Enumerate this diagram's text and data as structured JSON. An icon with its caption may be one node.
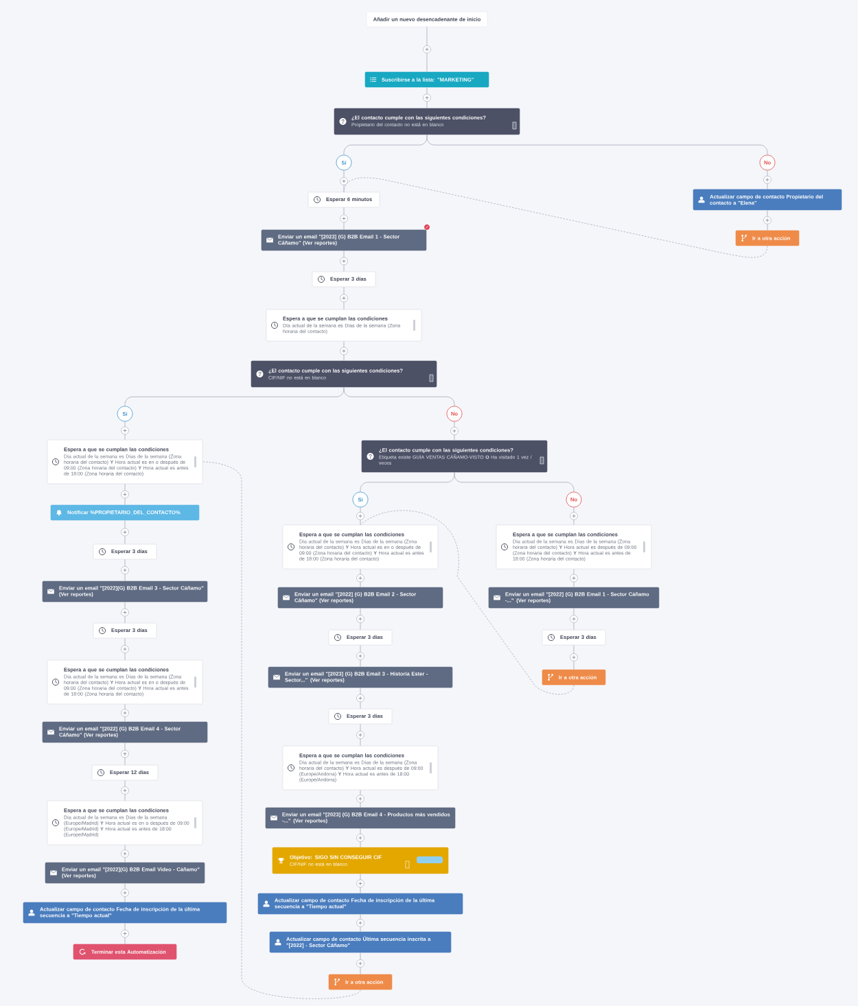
{
  "diagram": {
    "nodes": [
      {
        "text": [
          "Añadir un nuevo desencadenante de inicio"
        ]
      },
      {
        "text": [
          "Suscribirse a la lista: \"MARKETING\""
        ]
      },
      {
        "text": [
          "¿El contacto cumple con las siguientes condiciones?",
          "Propietario del contacto no está en blanco"
        ]
      },
      {
        "text": [
          "Sí"
        ]
      },
      {
        "text": [
          "No"
        ]
      },
      {
        "text": [
          "Esperar 6 minutos"
        ]
      },
      {
        "text": [
          "Actualizar campo de contacto Propietario del contacto a \"Elena\""
        ]
      },
      {
        "text": [
          "Ir a otra acción"
        ]
      },
      {
        "text": [
          "Enviar un email \"[2023] (G) B2B Email 1 - Sector Cáñamo\" (Ver reportes)"
        ]
      },
      {
        "text": [
          "Esperar 3 días"
        ]
      },
      {
        "text": [
          "Espera a que se cumplan las condiciones",
          "Día actual de la semana es Días de la semana (Zona horaria del contacto)"
        ]
      },
      {
        "text": [
          "¿El contacto cumple con las siguientes condiciones?",
          "CIF/NIF no está en blanco"
        ]
      },
      {
        "text": [
          "Sí"
        ]
      },
      {
        "text": [
          "No"
        ]
      },
      {
        "text": [
          "Espera a que se cumplan las condiciones",
          "Día actual de la semana es Días de la semana (Zona horaria del contacto) **Y** Hora actual es en o después de 09:00 (Zona horaria del contacto) **Y** Hora actual es antes de 18:00 (Zona horaria del contacto)"
        ]
      },
      {
        "text": [
          "Notificar %PROPIETARIO_DEL_CONTACTO%"
        ]
      },
      {
        "text": [
          "Esperar 3 días"
        ]
      },
      {
        "text": [
          "Enviar un email \"[2022](G) B2B Email 3 - Sector Cáñamo\" (Ver reportes)"
        ]
      },
      {
        "text": [
          "Esperar 3 días"
        ]
      },
      {
        "text": [
          "Espera a que se cumplan las condiciones",
          "Día actual de la semana es Días de la semana (Zona horaria del contacto) **Y** Hora actual es en o después de 09:00 (Zona horaria del contacto) **Y** Hora actual es antes de 18:00 (Zona horaria del contacto)"
        ]
      },
      {
        "text": [
          "Enviar un email \"[2022] (G) B2B Email 4 - Sector Cáñamo\" (Ver reportes)"
        ]
      },
      {
        "text": [
          "Esperar 12 días"
        ]
      },
      {
        "text": [
          "Espera a que se cumplan las condiciones",
          "Día actual de la semana es Días de la semana (Europe/Madrid) **Y** Hora actual es en o después de 09:00 (Europe/Madrid) **Y** Hora actual es antes de 18:00 (Europe/Madrid)"
        ]
      },
      {
        "text": [
          "Enviar un email \"[2022](G) B2B Email Video - Cáñamo\" (Ver reportes)"
        ]
      },
      {
        "text": [
          "Actualizar campo de contacto Fecha de inscripción de la última secuencia a \"Tiempo actual\""
        ]
      },
      {
        "text": [
          "Terminar esta Automatización"
        ]
      },
      {
        "text": [
          "¿El contacto cumple con las siguientes condiciones?",
          "Etiqueta existe GUÍA VENTAS CÁÑAMO-VISTO **O** Ha visitado 1 vez / veces"
        ]
      },
      {
        "text": [
          "Sí"
        ]
      },
      {
        "text": [
          "No"
        ]
      },
      {
        "text": [
          "Espera a que se cumplan las condiciones",
          "Día actual de la semana es Días de la semana (Zona horaria del contacto) **Y** Hora actual es en o después de 09:00 (Zona horaria del contacto) **Y** Hora actual es antes de 18:00 (Zona horaria del contacto)"
        ]
      },
      {
        "text": [
          "Espera a que se cumplan las condiciones",
          "Día actual de la semana es Días de la semana (Zona horaria del contacto) **Y** Hora actual es después de 09:00 (Zona horaria del contacto) **Y** Hora actual es antes de 18:00 (Zona horaria del contacto)"
        ]
      },
      {
        "text": [
          "Enviar un email \"[2022] (G) B2B Email 2 - Sector Cáñamo\" (Ver reportes)"
        ]
      },
      {
        "text": [
          "Enviar un email \"[2022] (G) B2B Email 1 - Sector Cáñamo -...\" (Ver reportes)"
        ]
      },
      {
        "text": [
          "Esperar 3 días"
        ]
      },
      {
        "text": [
          "Esperar 3 días"
        ]
      },
      {
        "text": [
          "Enviar un email \"[2023] (G) B2B Email 3 - Historia Ester - Sector...\" (Ver reportes)"
        ]
      },
      {
        "text": [
          "Ir a otra acción"
        ]
      },
      {
        "text": [
          "Esperar 3 días"
        ]
      },
      {
        "text": [
          "Espera a que se cumplan las condiciones",
          "Día actual de la semana es Días de la semana (Zona horaria del contacto) **Y** Hora actual es después de 09:00 (Europe/Andorra) **Y** Hora actual es antes de 18:00 (Europe/Andorra)"
        ]
      },
      {
        "text": [
          "Enviar un email \"[2023] (G) B2B Email 4 - Productos más vendidos -...\" (Ver reportes)"
        ]
      },
      {
        "text": [
          "Objetivo: SIGO SIN CONSEGUIR CIF",
          "CIF/NIF no está en blanco"
        ]
      },
      {
        "text": [
          "Actualizar campo de contacto Fecha de inscripción de la última secuencia a \"Tiempo actual\""
        ]
      },
      {
        "text": [
          "Actualizar campo de contacto Última secuencia inscrita a \"[2022] - Sector Cáñamo\""
        ]
      },
      {
        "text": [
          "Ir a otra acción"
        ]
      }
    ],
    "edges": [
      {
        "from": 0,
        "to": 1,
        "arrow": "none"
      },
      {
        "from": 1,
        "to": 2,
        "arrow": "none"
      },
      {
        "from": 2,
        "to": 3,
        "arrow": "none"
      },
      {
        "from": 2,
        "to": 4,
        "arrow": "none"
      },
      {
        "from": 3,
        "to": 5,
        "arrow": "none"
      },
      {
        "from": 5,
        "to": 8,
        "arrow": "none"
      },
      {
        "from": 8,
        "to": 9,
        "arrow": "none"
      },
      {
        "from": 9,
        "to": 10,
        "arrow": "none"
      },
      {
        "from": 10,
        "to": 11,
        "arrow": "none"
      },
      {
        "from": 4,
        "to": 6,
        "arrow": "none"
      },
      {
        "from": 6,
        "to": 7,
        "arrow": "none"
      },
      {
        "from": 7,
        "to": 5,
        "arrow": "none",
        "style": "dashed"
      },
      {
        "from": 11,
        "to": 12,
        "arrow": "none"
      },
      {
        "from": 11,
        "to": 13,
        "arrow": "none"
      },
      {
        "from": 12,
        "to": 14,
        "arrow": "none"
      },
      {
        "from": 14,
        "to": 15,
        "arrow": "none"
      },
      {
        "from": 15,
        "to": 16,
        "arrow": "none"
      },
      {
        "from": 16,
        "to": 17,
        "arrow": "none"
      },
      {
        "from": 17,
        "to": 18,
        "arrow": "none"
      },
      {
        "from": 18,
        "to": 19,
        "arrow": "none"
      },
      {
        "from": 19,
        "to": 20,
        "arrow": "none"
      },
      {
        "from": 20,
        "to": 21,
        "arrow": "none"
      },
      {
        "from": 21,
        "to": 22,
        "arrow": "none"
      },
      {
        "from": 22,
        "to": 23,
        "arrow": "none"
      },
      {
        "from": 23,
        "to": 24,
        "arrow": "none"
      },
      {
        "from": 24,
        "to": 25,
        "arrow": "none"
      },
      {
        "from": 13,
        "to": 26,
        "arrow": "none"
      },
      {
        "from": 26,
        "to": 27,
        "arrow": "none"
      },
      {
        "from": 26,
        "to": 28,
        "arrow": "none"
      },
      {
        "from": 27,
        "to": 29,
        "arrow": "none"
      },
      {
        "from": 29,
        "to": 31,
        "arrow": "none"
      },
      {
        "from": 31,
        "to": 33,
        "arrow": "none"
      },
      {
        "from": 33,
        "to": 35,
        "arrow": "none"
      },
      {
        "from": 35,
        "to": 37,
        "arrow": "none"
      },
      {
        "from": 37,
        "to": 38,
        "arrow": "none"
      },
      {
        "from": 38,
        "to": 39,
        "arrow": "none"
      },
      {
        "from": 39,
        "to": 40,
        "arrow": "none"
      },
      {
        "from": 40,
        "to": 41,
        "arrow": "none"
      },
      {
        "from": 41,
        "to": 42,
        "arrow": "none"
      },
      {
        "from": 42,
        "to": 43,
        "arrow": "none"
      },
      {
        "from": 28,
        "to": 30,
        "arrow": "none"
      },
      {
        "from": 30,
        "to": 32,
        "arrow": "none"
      },
      {
        "from": 32,
        "to": 34,
        "arrow": "none"
      },
      {
        "from": 34,
        "to": 36,
        "arrow": "none"
      },
      {
        "from": 36,
        "to": 29,
        "arrow": "none",
        "style": "dashed"
      },
      {
        "from": 43,
        "to": 14,
        "arrow": "none",
        "style": "dashed"
      }
    ]
  }
}
